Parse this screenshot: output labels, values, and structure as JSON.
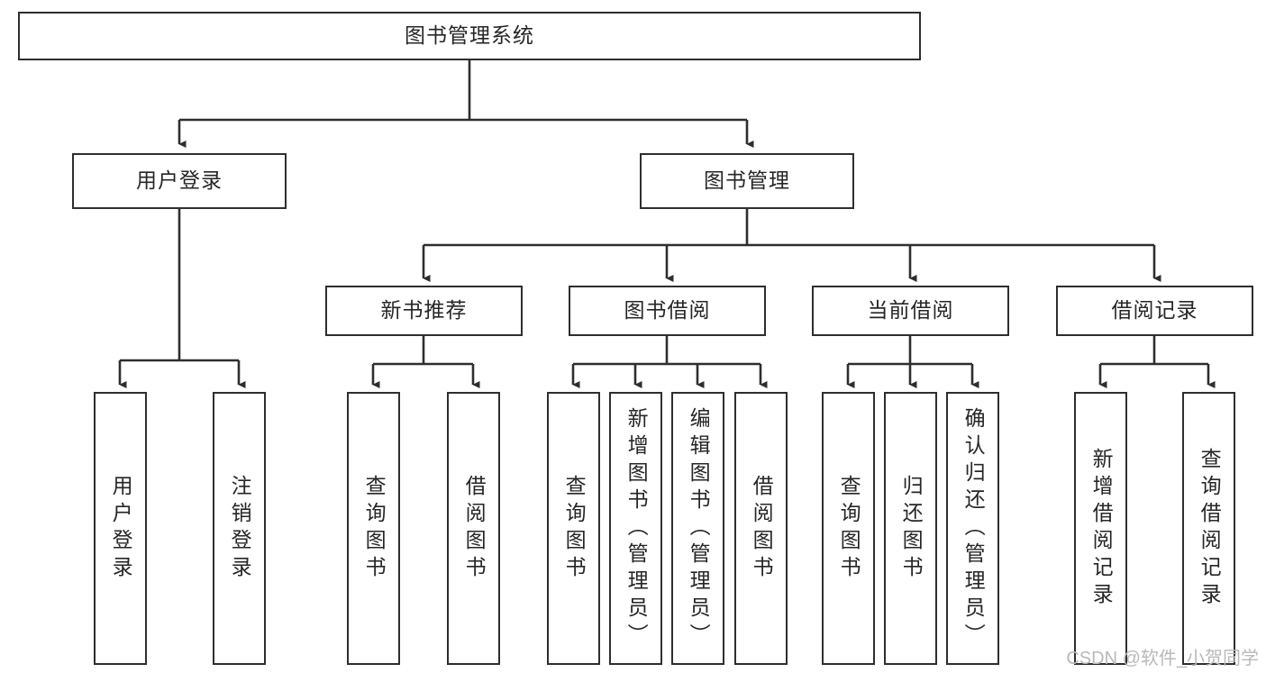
{
  "diagram": {
    "title": "图书管理系统",
    "type": "tree",
    "watermark": "CSDN @软件_小贺同学",
    "colors": {
      "stroke": "#2e2e2e",
      "fill": "#ffffff",
      "text": "#262626",
      "watermark": "#b9b9b9"
    },
    "nodes": {
      "root": {
        "label": "图书管理系统",
        "orientation": "horizontal"
      },
      "user_login": {
        "label": "用户登录",
        "orientation": "horizontal"
      },
      "book_manage": {
        "label": "图书管理",
        "orientation": "horizontal"
      },
      "new_book_rec": {
        "label": "新书推荐",
        "orientation": "horizontal"
      },
      "book_borrow": {
        "label": "图书借阅",
        "orientation": "horizontal"
      },
      "current_borrow": {
        "label": "当前借阅",
        "orientation": "horizontal"
      },
      "borrow_record": {
        "label": "借阅记录",
        "orientation": "horizontal"
      },
      "leaf_user_login": {
        "label": "用户登录",
        "orientation": "vertical"
      },
      "leaf_logout": {
        "label": "注销登录",
        "orientation": "vertical"
      },
      "leaf_query_book_1": {
        "label": "查询图书",
        "orientation": "vertical"
      },
      "leaf_borrow_book_1": {
        "label": "借阅图书",
        "orientation": "vertical"
      },
      "leaf_query_book_2": {
        "label": "查询图书",
        "orientation": "vertical"
      },
      "leaf_add_book": {
        "label": "新增图书（管理员）",
        "orientation": "vertical"
      },
      "leaf_edit_book": {
        "label": "编辑图书（管理员）",
        "orientation": "vertical"
      },
      "leaf_borrow_book_2": {
        "label": "借阅图书",
        "orientation": "vertical"
      },
      "leaf_query_book_3": {
        "label": "查询图书",
        "orientation": "vertical"
      },
      "leaf_return_book": {
        "label": "归还图书",
        "orientation": "vertical"
      },
      "leaf_confirm_return": {
        "label": "确认归还（管理员）",
        "orientation": "vertical"
      },
      "leaf_add_record": {
        "label": "新增借阅记录",
        "orientation": "vertical"
      },
      "leaf_query_record": {
        "label": "查询借阅记录",
        "orientation": "vertical"
      }
    },
    "edges": [
      {
        "from": "root",
        "to": "user_login"
      },
      {
        "from": "root",
        "to": "book_manage"
      },
      {
        "from": "user_login",
        "to": "leaf_user_login"
      },
      {
        "from": "user_login",
        "to": "leaf_logout"
      },
      {
        "from": "book_manage",
        "to": "new_book_rec"
      },
      {
        "from": "book_manage",
        "to": "book_borrow"
      },
      {
        "from": "book_manage",
        "to": "current_borrow"
      },
      {
        "from": "book_manage",
        "to": "borrow_record"
      },
      {
        "from": "new_book_rec",
        "to": "leaf_query_book_1"
      },
      {
        "from": "new_book_rec",
        "to": "leaf_borrow_book_1"
      },
      {
        "from": "book_borrow",
        "to": "leaf_query_book_2"
      },
      {
        "from": "book_borrow",
        "to": "leaf_add_book"
      },
      {
        "from": "book_borrow",
        "to": "leaf_edit_book"
      },
      {
        "from": "book_borrow",
        "to": "leaf_borrow_book_2"
      },
      {
        "from": "current_borrow",
        "to": "leaf_query_book_3"
      },
      {
        "from": "current_borrow",
        "to": "leaf_return_book"
      },
      {
        "from": "current_borrow",
        "to": "leaf_confirm_return"
      },
      {
        "from": "borrow_record",
        "to": "leaf_add_record"
      },
      {
        "from": "borrow_record",
        "to": "leaf_query_record"
      }
    ]
  }
}
